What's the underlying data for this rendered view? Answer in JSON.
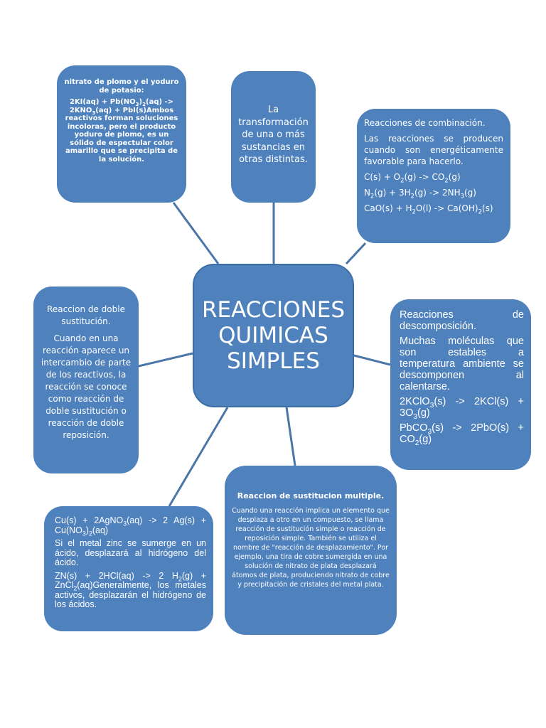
{
  "center": {
    "line1": "REACCIONES",
    "line2": "QUIMICAS",
    "line3": "SIMPLES"
  },
  "nodes": {
    "precipitation": {
      "line1": "nitrato de plomo y el yoduro de potasio:",
      "eq_a": "2KI(aq) + Pb(NO",
      "eq_a_sub1": "3",
      "eq_a_mid": ")",
      "eq_a_sub2": "2",
      "eq_a_end": "(aq) ->",
      "eq_b": "2KNO",
      "eq_b_sub": "3",
      "eq_b_end": "(aq) + PbI(s)Ambos reactivos forman soluciones incoloras, pero el producto yoduro de plomo, es un sólido de espectular color amarillo que se precipita de la solución."
    },
    "definition": {
      "text": "La transformación de una o más sustancias en otras distintas."
    },
    "combination": {
      "title": "Reacciones de combinación.",
      "desc": "Las reacciones se producen cuando son energéticamente favorable para hacerlo.",
      "eq1": {
        "a": "C(s) + O",
        "s1": "2",
        "b": "(g) -> CO",
        "s2": "2",
        "c": "(g)"
      },
      "eq2": {
        "a": "N",
        "s1": "2",
        "b": "(g) + 3H",
        "s2": "2",
        "c": "(g) -> 2NH",
        "s3": "3",
        "d": "(g)"
      },
      "eq3": {
        "a": "CaO(s)  +  H",
        "s1": "2",
        "b": "O(l)  ->  Ca(OH)",
        "s2": "2",
        "c": "(s)"
      }
    },
    "double": {
      "title": "Reaccion de doble sustitución.",
      "desc": "Cuando en una reacción aparece un intercambio de parte de los reactivos, la reacción se conoce como reacción de doble sustitución o reacción de doble reposición."
    },
    "decomposition": {
      "title": "Reacciones de descomposición.",
      "desc": "Muchas moléculas que son estables a temperatura ambiente se descomponen al calentarse.",
      "eq1": {
        "a": "2KClO",
        "s1": "3",
        "b": "(s) -> 2KCl(s) + 3O",
        "s2": "3",
        "c": "(g)"
      },
      "eq2": {
        "a": "PbCO",
        "s1": "3",
        "b": "(s) -> 2PbO(s) + CO",
        "s2": "2",
        "c": "(g)"
      }
    },
    "single": {
      "eq1": {
        "a": "Cu(s) + 2AgNO",
        "s1": "3",
        "b": "(aq) -> 2 Ag(s) + Cu(NO",
        "s2": "3",
        "c": ")",
        "s3": "2",
        "d": "(aq)"
      },
      "desc": "Si el metal zinc se sumerge en un ácido, desplazará al hidrógeno del ácido.",
      "eq2": {
        "a": "ZN(s) + 2HCl(aq) -> 2 H",
        "s1": "2",
        "b": "(g) + ZnCl",
        "s2": "2",
        "c": "(aq)Generalmente, los metales activos, desplazarán el hidrógeno de los ácidos."
      }
    },
    "multiple": {
      "title": "Reaccion de sustitucion multiple.",
      "desc": "Cuando una reacción implica un elemento que desplaza a otro en un compuesto, se llama reacción de sustitución simple o reacción de reposición simple. También se utiliza el nombre de \"reacción de desplazamiento\". Por ejemplo, una tira de cobre sumergida en una solución de nitrato de plata desplazará átomos de plata, produciendo nitrato de cobre y precipitación de cristales del metal plata."
    }
  },
  "colors": {
    "node_fill": "#4f81bd",
    "connector": "#4a76a8",
    "text": "#ffffff"
  }
}
